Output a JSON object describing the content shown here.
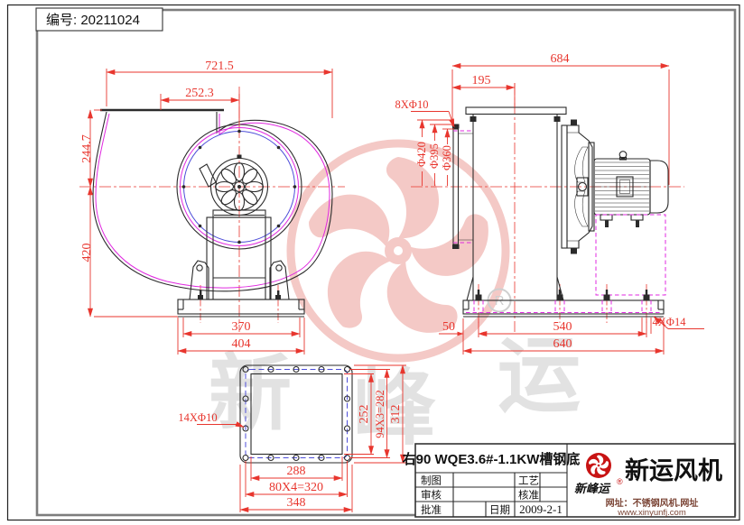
{
  "doc": {
    "number": "编号: 20211024"
  },
  "dims": {
    "front": {
      "total_width": "721.5",
      "outlet_width": "252.3",
      "inlet_height": "244.7",
      "base_height": "420",
      "base_inner": "370",
      "base_outer": "404"
    },
    "side": {
      "total_length": "684",
      "inlet_depth": "195",
      "inlet_holes": "8XΦ10",
      "dia_outer": "Φ420",
      "dia_mid": "Φ395",
      "dia_inner": "Φ360",
      "bolt_edge": "50",
      "bolt_span": "540",
      "base_length": "640",
      "base_holes": "4XΦ14"
    },
    "flange": {
      "holes": "14XΦ10",
      "opening_height": "252",
      "hole_span_v": "94X3=282",
      "outer_height": "312",
      "opening_width": "288",
      "hole_span_h": "80X4=320",
      "outer_width": "348"
    }
  },
  "title_block": {
    "product": "右90 WQE3.6#-1.1KW槽钢底",
    "fields": {
      "draw": "制图",
      "process": "工艺",
      "check": "审核",
      "approve": "核准",
      "ratify": "批准",
      "date": "日期",
      "date_value": "2009-2-1"
    }
  },
  "brand": {
    "name": "新运风机",
    "sub": "新峰运",
    "reg": "®",
    "site_line1": "网址：不锈钢风机.网址",
    "site_line2": "www.xinyunfj.com"
  },
  "watermark": {
    "char1": "新",
    "char2": "峰",
    "char3": "运",
    "reg": "R"
  },
  "colors": {
    "dimension_red": "#e8362e",
    "hidden_magenta": "#e02ae0",
    "bolt_blue": "#4d4dd8",
    "line_black": "#2b2b2b",
    "watermark_pink": "#f4c9c6",
    "logo_red": "#c81414"
  }
}
